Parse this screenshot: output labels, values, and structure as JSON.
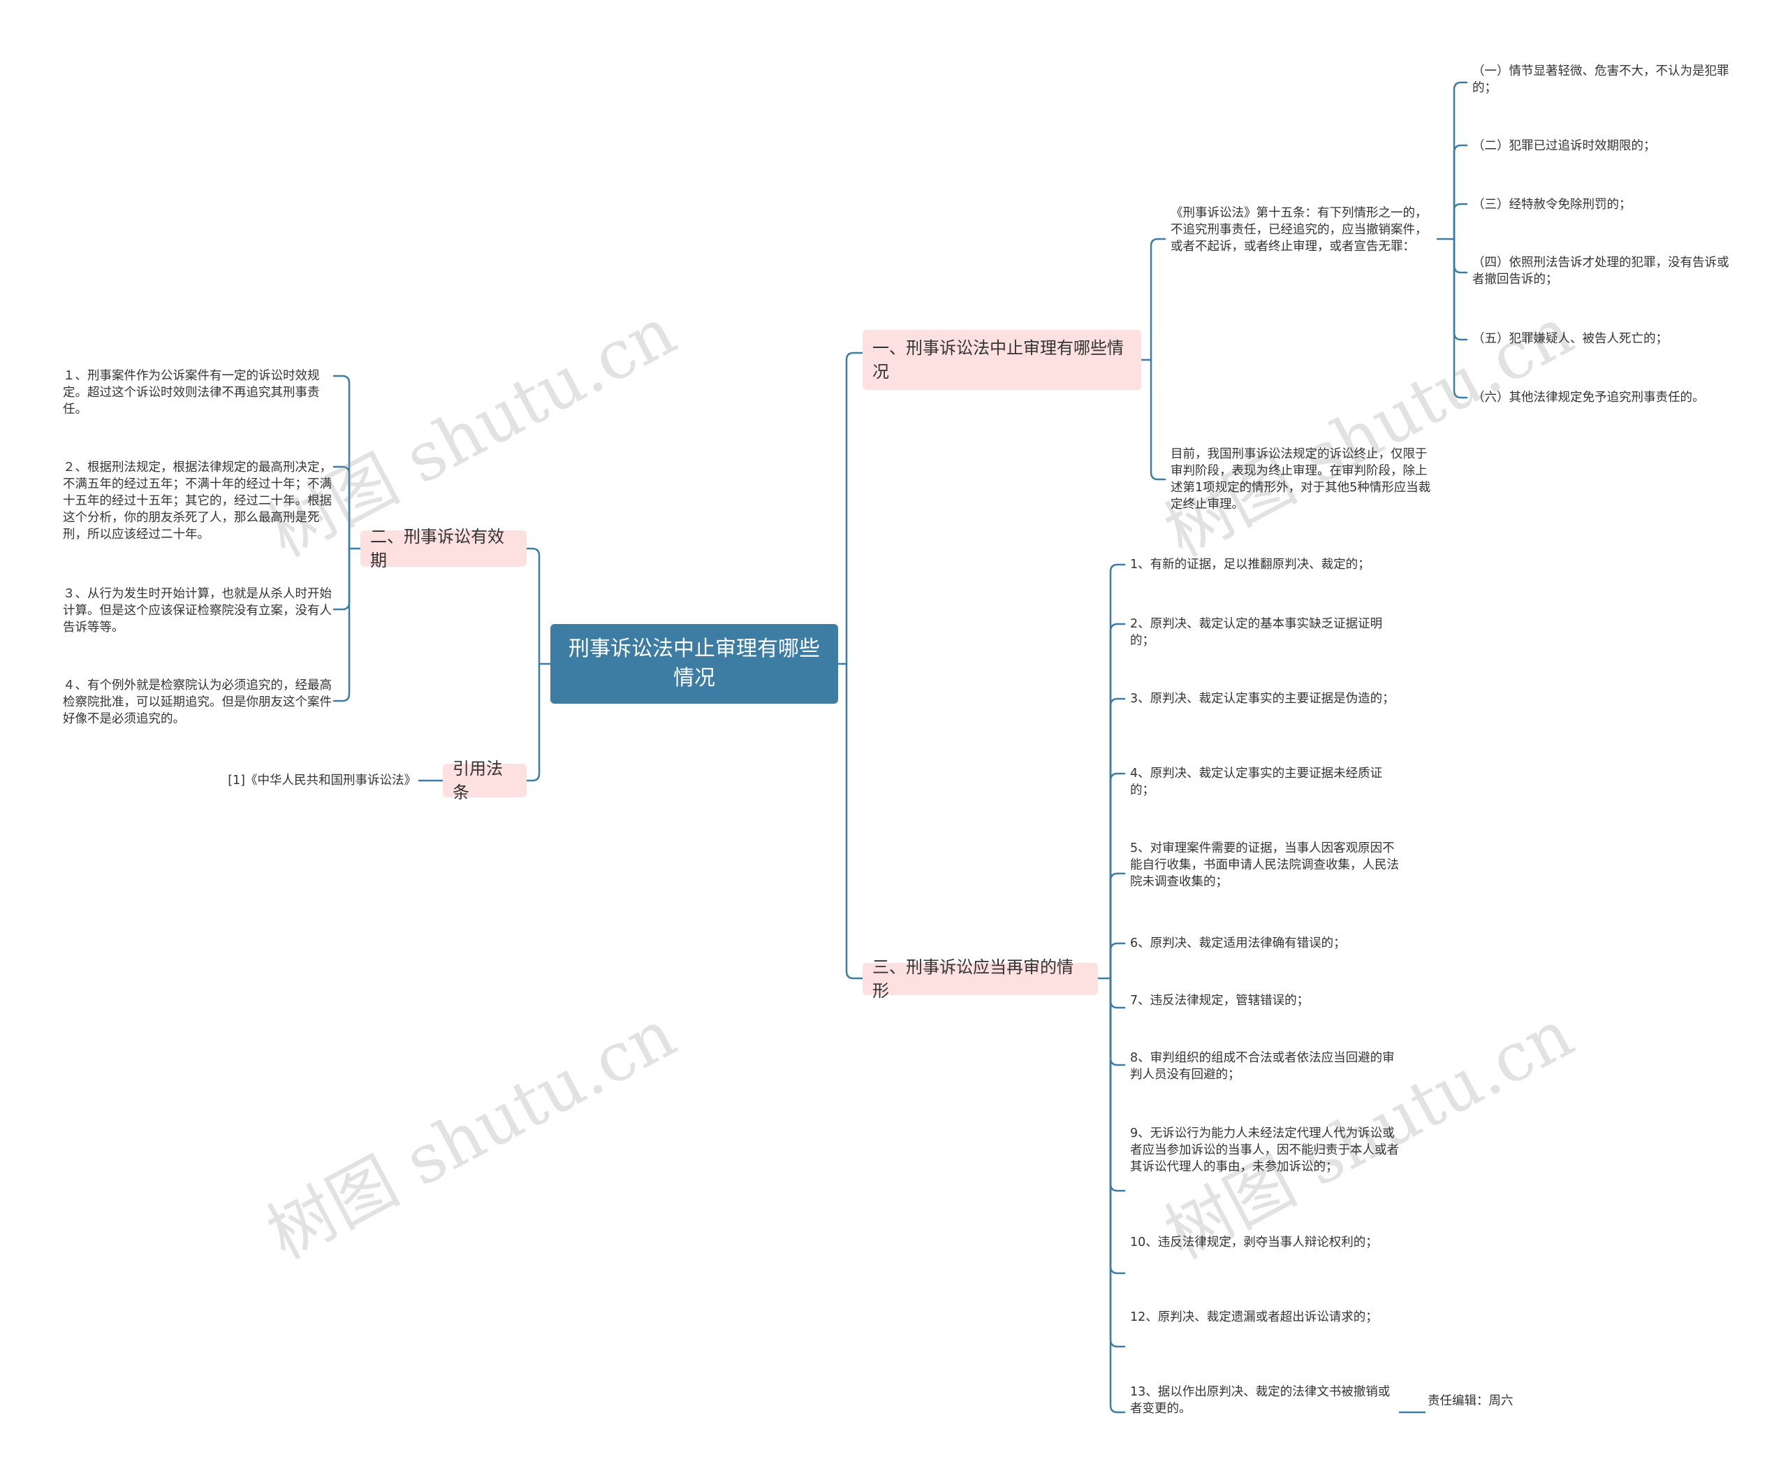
{
  "title": "刑事诉讼法中止审理有哪些情况",
  "branches": {
    "b1": {
      "label": "一、刑事诉讼法中止审理有哪些情况",
      "article": "《刑事诉讼法》第十五条：有下列情形之一的，不追究刑事责任，已经追究的，应当撤销案件，或者不起诉，或者终止审理，或者宣告无罪：",
      "items": [
        "（一）情节显著轻微、危害不大，不认为是犯罪的；",
        "（二）犯罪已过追诉时效期限的；",
        "（三）经特赦令免除刑罚的；",
        "（四）依照刑法告诉才处理的犯罪，没有告诉或者撤回告诉的；",
        "（五）犯罪嫌疑人、被告人死亡的；",
        "（六）其他法律规定免予追究刑事责任的。"
      ],
      "note": "目前，我国刑事诉讼法规定的诉讼终止，仅限于审判阶段，表现为终止审理。在审判阶段，除上述第1项规定的情形外，对于其他5种情形应当裁定终止审理。"
    },
    "b2": {
      "label": "二、刑事诉讼有效期",
      "items": [
        "１、刑事案件作为公诉案件有一定的诉讼时效规定。超过这个诉讼时效则法律不再追究其刑事责任。",
        "２、根据刑法规定，根据法律规定的最高刑决定，不满五年的经过五年；不满十年的经过十年；不满十五年的经过十五年；其它的，经过二十年。根据这个分析，你的朋友杀死了人，那么最高刑是死刑，所以应该经过二十年。",
        "３、从行为发生时开始计算，也就是从杀人时开始计算。但是这个应该保证检察院没有立案，没有人告诉等等。",
        "４、有个例外就是检察院认为必须追究的，经最高检察院批准，可以延期追究。但是你朋友这个案件好像不是必须追究的。"
      ]
    },
    "b3": {
      "label": "引用法条",
      "items": [
        "[1]《中华人民共和国刑事诉讼法》"
      ]
    },
    "b4": {
      "label": "三、刑事诉讼应当再审的情形",
      "items": [
        "1、有新的证据，足以推翻原判决、裁定的；",
        "2、原判决、裁定认定的基本事实缺乏证据证明的；",
        "3、原判决、裁定认定事实的主要证据是伪造的；",
        "4、原判决、裁定认定事实的主要证据未经质证的；",
        "5、对审理案件需要的证据，当事人因客观原因不能自行收集，书面申请人民法院调查收集，人民法院未调查收集的；",
        "6、原判决、裁定适用法律确有错误的；",
        "7、违反法律规定，管辖错误的；",
        "8、审判组织的组成不合法或者依法应当回避的审判人员没有回避的；",
        "9、无诉讼行为能力人未经法定代理人代为诉讼或者应当参加诉讼的当事人，因不能归责于本人或者其诉讼代理人的事由，未参加诉讼的；",
        "10、违反法律规定，剥夺当事人辩论权利的；",
        "12、原判决、裁定遗漏或者超出诉讼请求的；",
        "13、据以作出原判决、裁定的法律文书被撤销或者变更的。"
      ],
      "editor": "责任编辑：周六"
    }
  },
  "watermark": "树图 shutu.cn",
  "colors": {
    "root_bg": "#3d7ca3",
    "branch_bg": "#fde0e0",
    "line": "#3d7ca3"
  }
}
